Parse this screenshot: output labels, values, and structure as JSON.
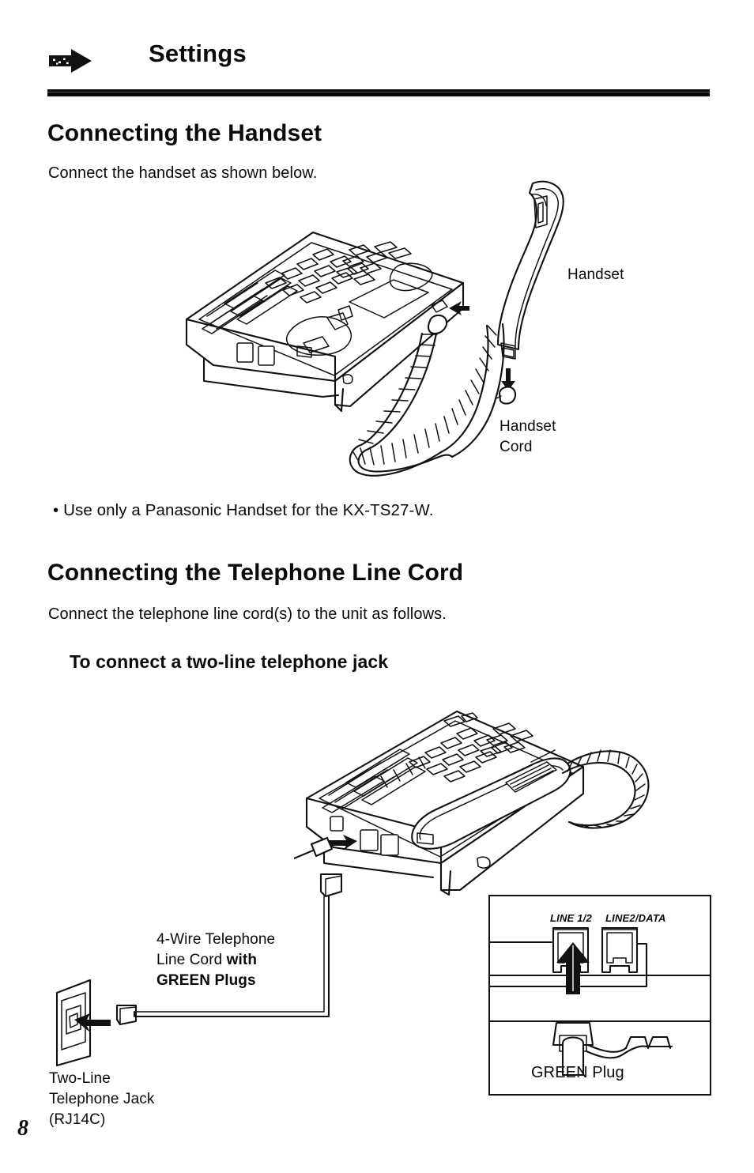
{
  "header": {
    "icon": "arrow-right-icon",
    "title": "Settings"
  },
  "sections": [
    {
      "heading": "Connecting the Handset",
      "intro": "Connect the handset as shown below.",
      "labels": {
        "handset": "Handset",
        "handset_cord_line1": "Handset",
        "handset_cord_line2": "Cord"
      },
      "bullet": "• Use only a Panasonic Handset for the KX-TS27-W."
    },
    {
      "heading": "Connecting the Telephone Line Cord",
      "intro": "Connect the telephone line cord(s) to the unit as follows.",
      "subheading": "To connect a two-line telephone jack",
      "labels": {
        "cord_line1": "4-Wire Telephone",
        "cord_line2_normal": "Line Cord ",
        "cord_line2_bold": "with",
        "cord_line3_bold": "GREEN Plugs",
        "jack_line1": "Two-Line",
        "jack_line2": "Telephone Jack",
        "jack_line3": "(RJ14C)"
      },
      "inset": {
        "jack_left": "LINE 1/2",
        "jack_right": "LINE2/DATA",
        "plug_label": "GREEN Plug"
      }
    }
  ],
  "footer": {
    "page_number": "8"
  },
  "colors": {
    "ink": "#111111",
    "paper": "#ffffff"
  }
}
